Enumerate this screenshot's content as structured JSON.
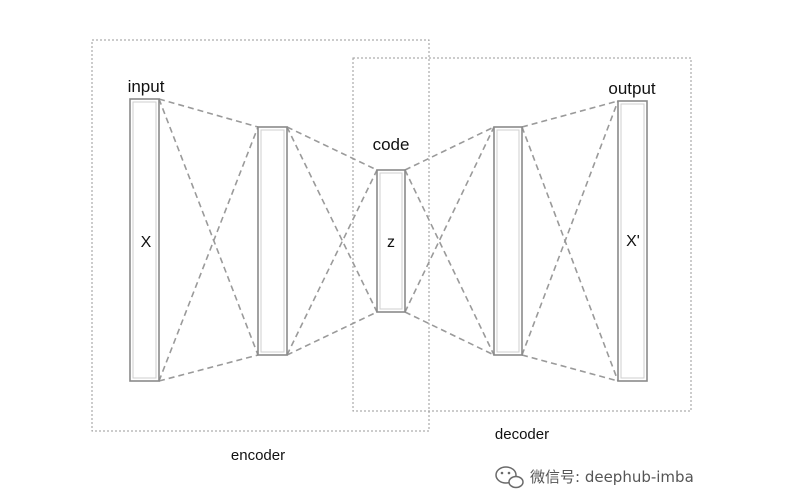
{
  "labels": {
    "input": "input",
    "output": "output",
    "code": "code",
    "x": "X",
    "z": "z",
    "x_prime": "X'",
    "encoder": "encoder",
    "decoder": "decoder"
  },
  "watermark": {
    "text": "微信号: deephub-imba",
    "icon": "wechat-icon"
  },
  "colors": {
    "line": "#9a9a9a",
    "text": "#111111"
  }
}
